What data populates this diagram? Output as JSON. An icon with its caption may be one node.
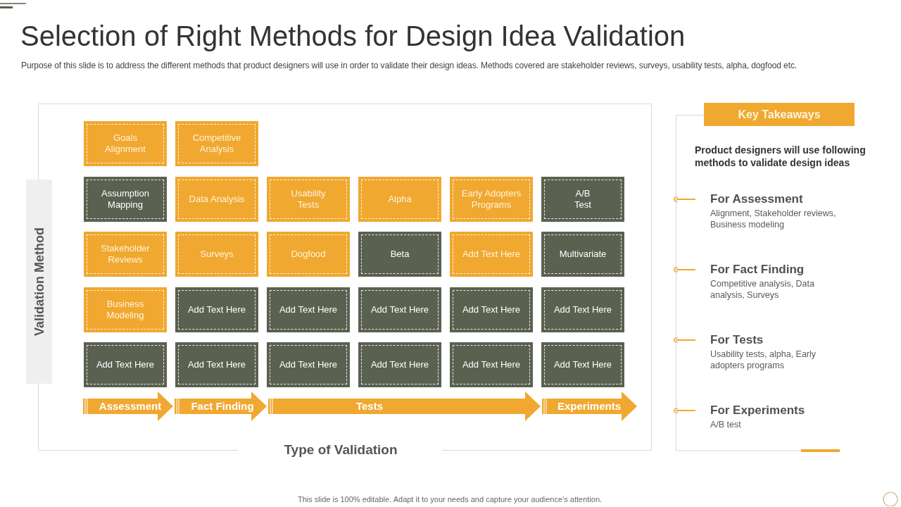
{
  "diagram": {
    "title": "Selection of Right Methods for Design Idea Validation",
    "nodes": [
      {
        "text": [
          "Type of Validation"
        ]
      },
      {
        "text": [
          "Validation Method"
        ]
      },
      {
        "text": [
          "Goals Alignment"
        ],
        "in": 0
      },
      {
        "text": [
          "Competitive Analysis"
        ],
        "in": 0
      },
      {
        "text": [
          "Assumption Mapping"
        ],
        "in": 0
      },
      {
        "text": [
          "Data Analysis"
        ],
        "in": 0
      },
      {
        "text": [
          "Usability Tests"
        ],
        "in": 0
      },
      {
        "text": [
          "Alpha"
        ],
        "in": 0
      },
      {
        "text": [
          "Early Adopters Programs"
        ],
        "in": 0
      },
      {
        "text": [
          "A/B Test"
        ],
        "in": 0
      },
      {
        "text": [
          "Stakeholder Reviews"
        ],
        "in": 0
      },
      {
        "text": [
          "Surveys"
        ],
        "in": 0
      },
      {
        "text": [
          "Dogfood"
        ],
        "in": 0
      },
      {
        "text": [
          "Beta"
        ],
        "in": 0
      },
      {
        "text": [
          "Add Text Here"
        ],
        "in": 0
      },
      {
        "text": [
          "Multivariate"
        ],
        "in": 0
      },
      {
        "text": [
          "Business Modeling"
        ],
        "in": 0
      },
      {
        "text": [
          "Add Text Here"
        ],
        "in": 0
      },
      {
        "text": [
          "Add Text Here"
        ],
        "in": 0
      },
      {
        "text": [
          "Add Text Here"
        ],
        "in": 0
      },
      {
        "text": [
          "Add Text Here"
        ],
        "in": 0
      },
      {
        "text": [
          "Add Text Here"
        ],
        "in": 0
      },
      {
        "text": [
          "Add Text Here"
        ],
        "in": 0
      },
      {
        "text": [
          "Add Text Here"
        ],
        "in": 0
      },
      {
        "text": [
          "Add Text Here"
        ],
        "in": 0
      },
      {
        "text": [
          "Add Text Here"
        ],
        "in": 0
      },
      {
        "text": [
          "Add Text Here"
        ],
        "in": 0
      },
      {
        "text": [
          "Add Text Here"
        ],
        "in": 0
      },
      {
        "text": [
          "Assessment"
        ],
        "in": 0
      },
      {
        "text": [
          "Fact Finding"
        ],
        "in": 0
      },
      {
        "text": [
          "Tests"
        ],
        "in": 0
      },
      {
        "text": [
          "Experiments"
        ],
        "in": 0
      },
      {
        "text": [
          "Key Takeaways"
        ]
      },
      {
        "text": [
          "Product designers will use following methods to validate design ideas",
          "For Assessment",
          "Alignment, Stakeholder reviews, Business modeling",
          "For Fact Finding",
          "Competitive analysis, Data analysis, Surveys",
          "For Tests",
          "Usability tests, alpha, Early adopters programs",
          "For Experiments",
          "A/B test"
        ]
      }
    ],
    "labels": [
      "Purpose of this slide is to address the different methods that product designers will use in order to validate their design ideas. Methods covered are stakeholder reviews, surveys, usability tests, alpha, dogfood etc.",
      "This slide is 100% editable. Adapt it to your needs and capture your audience’s attention."
    ]
  }
}
